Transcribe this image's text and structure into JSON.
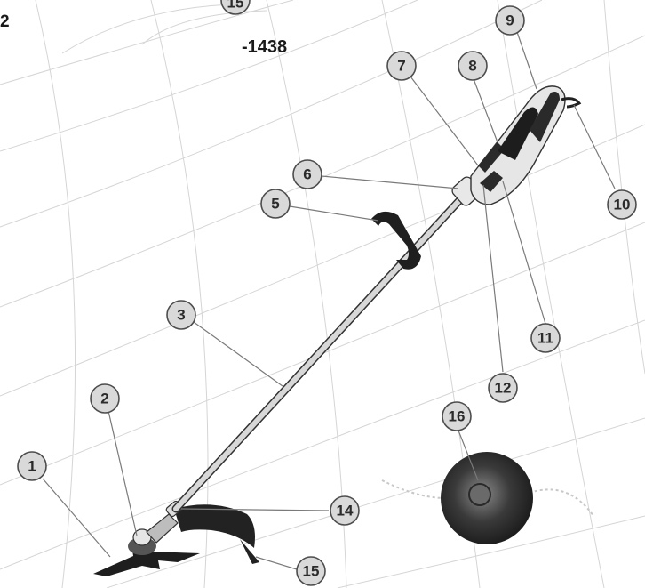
{
  "figure_number": "2",
  "model_number": "-1438",
  "callouts": [
    "1",
    "2",
    "3",
    "5",
    "6",
    "7",
    "8",
    "9",
    "10",
    "11",
    "12",
    "14",
    "15",
    "15",
    "16"
  ]
}
